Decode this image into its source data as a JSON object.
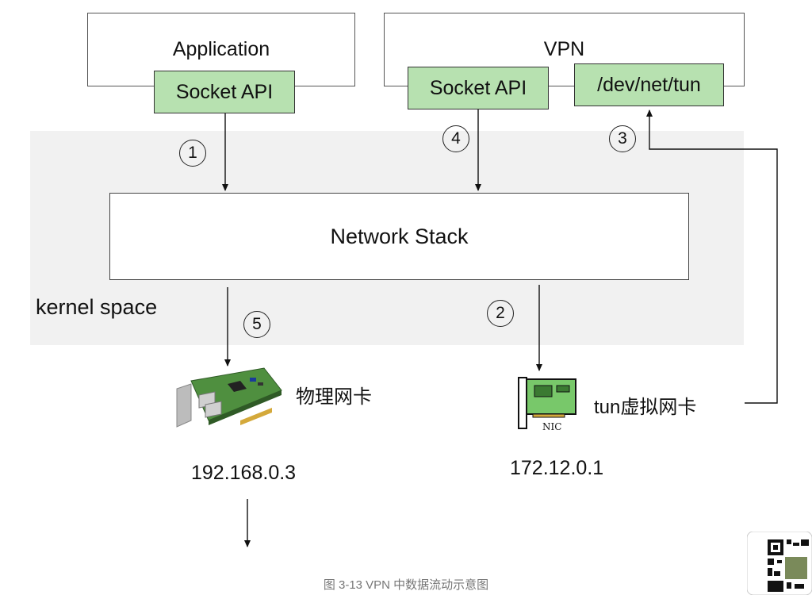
{
  "application": {
    "title": "Application",
    "socket_label": "Socket API"
  },
  "vpn": {
    "title": "VPN",
    "socket_label": "Socket API",
    "tun_label": "/dev/net/tun"
  },
  "kernel": {
    "label": "kernel space",
    "stack_label": "Network Stack"
  },
  "steps": [
    "1",
    "2",
    "3",
    "4",
    "5"
  ],
  "physical_nic": {
    "label": "物理网卡",
    "ip": "192.168.0.3"
  },
  "tun_nic": {
    "label": "tun虚拟网卡",
    "ip": "172.12.0.1",
    "card_text": "NIC"
  },
  "caption": "图 3-13 VPN 中数据流动示意图"
}
